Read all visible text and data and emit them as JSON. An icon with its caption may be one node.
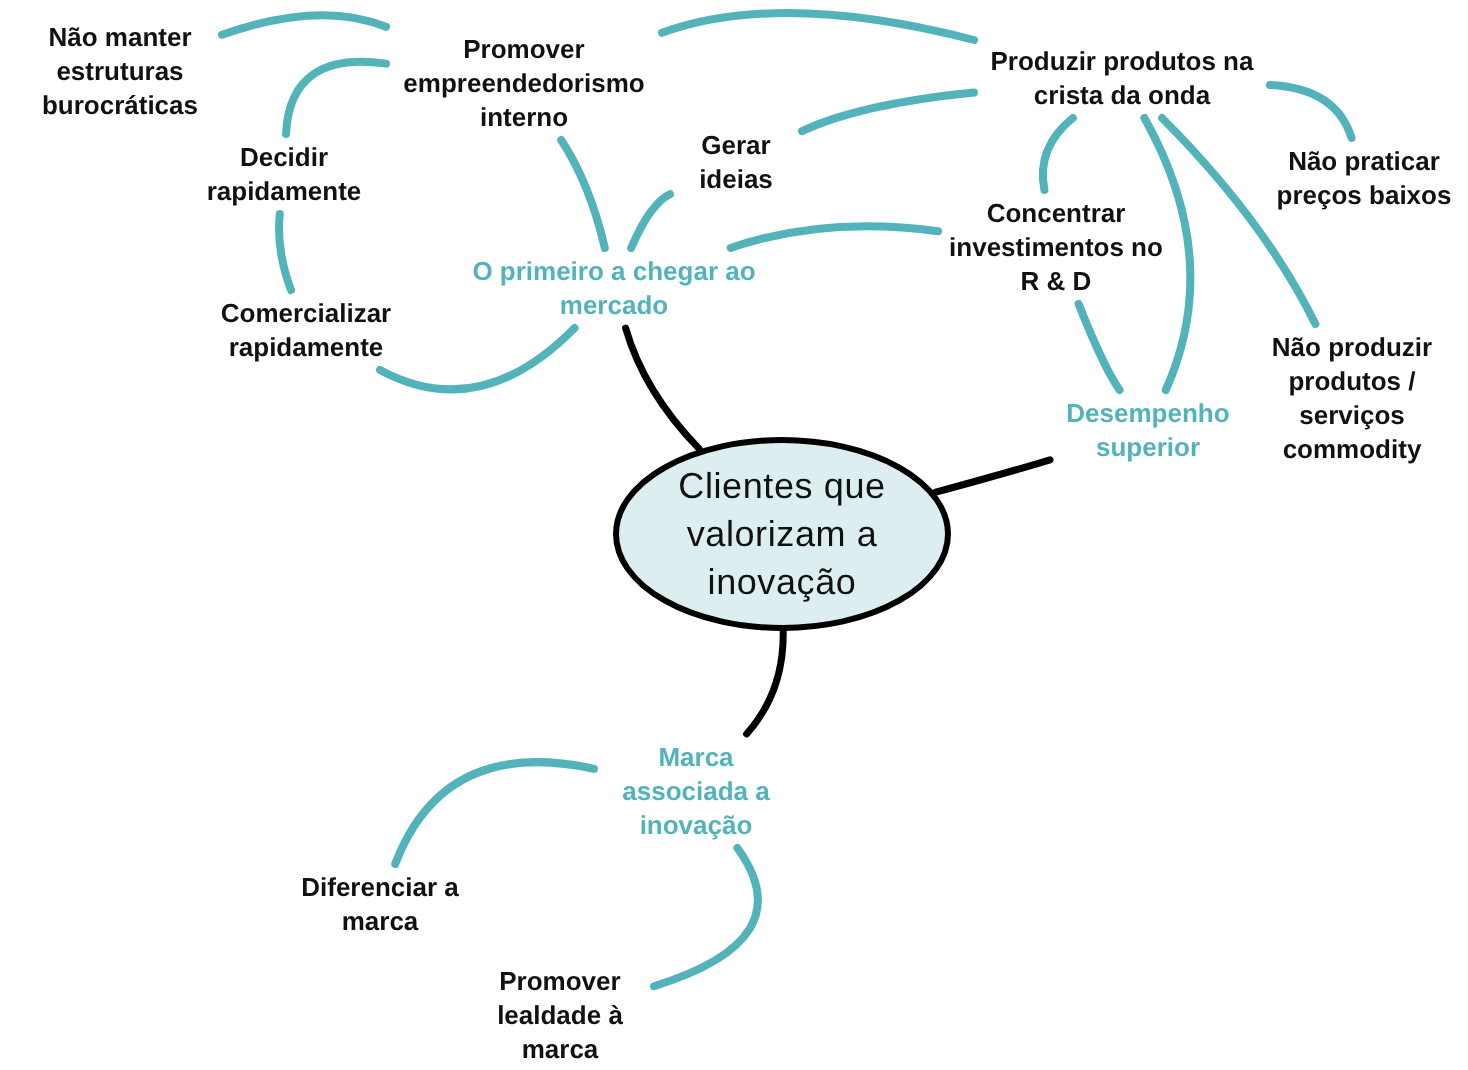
{
  "diagram": {
    "nodes": [
      {
        "text": [
          "Não manter estruturas burocráticas"
        ]
      },
      {
        "text": [
          "Promover empreendedorismo interno"
        ]
      },
      {
        "text": [
          "Produzir produtos na crista da onda"
        ]
      },
      {
        "text": [
          "Decidir rapidamente"
        ]
      },
      {
        "text": [
          "Gerar ideias"
        ]
      },
      {
        "text": [
          "Não praticar preços baixos"
        ]
      },
      {
        "text": [
          "Concentrar investimentos no R & D"
        ]
      },
      {
        "text": [
          "Comercializar rapidamente"
        ]
      },
      {
        "text": [
          "O primeiro a chegar ao mercado"
        ]
      },
      {
        "text": [
          "Desempenho superior"
        ]
      },
      {
        "text": [
          "Não produzir produtos / serviços commodity"
        ]
      },
      {
        "text": [
          "Clientes que valorizam a inovação"
        ]
      },
      {
        "text": [
          "Marca associada a inovação"
        ]
      },
      {
        "text": [
          "Diferenciar a marca"
        ]
      },
      {
        "text": [
          "Promover lealdade à marca"
        ]
      }
    ],
    "edges": [
      {
        "from": 0,
        "to": 1,
        "arrow": "none"
      },
      {
        "from": 1,
        "to": 3,
        "arrow": "none"
      },
      {
        "from": 3,
        "to": 7,
        "arrow": "none"
      },
      {
        "from": 7,
        "to": 8,
        "arrow": "none"
      },
      {
        "from": 1,
        "to": 8,
        "arrow": "none"
      },
      {
        "from": 4,
        "to": 8,
        "arrow": "none"
      },
      {
        "from": 1,
        "to": 2,
        "arrow": "none"
      },
      {
        "from": 4,
        "to": 2,
        "arrow": "none"
      },
      {
        "from": 6,
        "to": 8,
        "arrow": "none"
      },
      {
        "from": 2,
        "to": 6,
        "arrow": "none"
      },
      {
        "from": 2,
        "to": 5,
        "arrow": "none"
      },
      {
        "from": 2,
        "to": 10,
        "arrow": "none"
      },
      {
        "from": 2,
        "to": 9,
        "arrow": "none"
      },
      {
        "from": 6,
        "to": 9,
        "arrow": "none"
      },
      {
        "from": 8,
        "to": 11,
        "arrow": "none",
        "color": "#000000"
      },
      {
        "from": 9,
        "to": 11,
        "arrow": "none",
        "color": "#000000"
      },
      {
        "from": 11,
        "to": 12,
        "arrow": "none",
        "color": "#000000"
      },
      {
        "from": 12,
        "to": 13,
        "arrow": "none"
      },
      {
        "from": 12,
        "to": 14,
        "arrow": "none"
      }
    ]
  }
}
